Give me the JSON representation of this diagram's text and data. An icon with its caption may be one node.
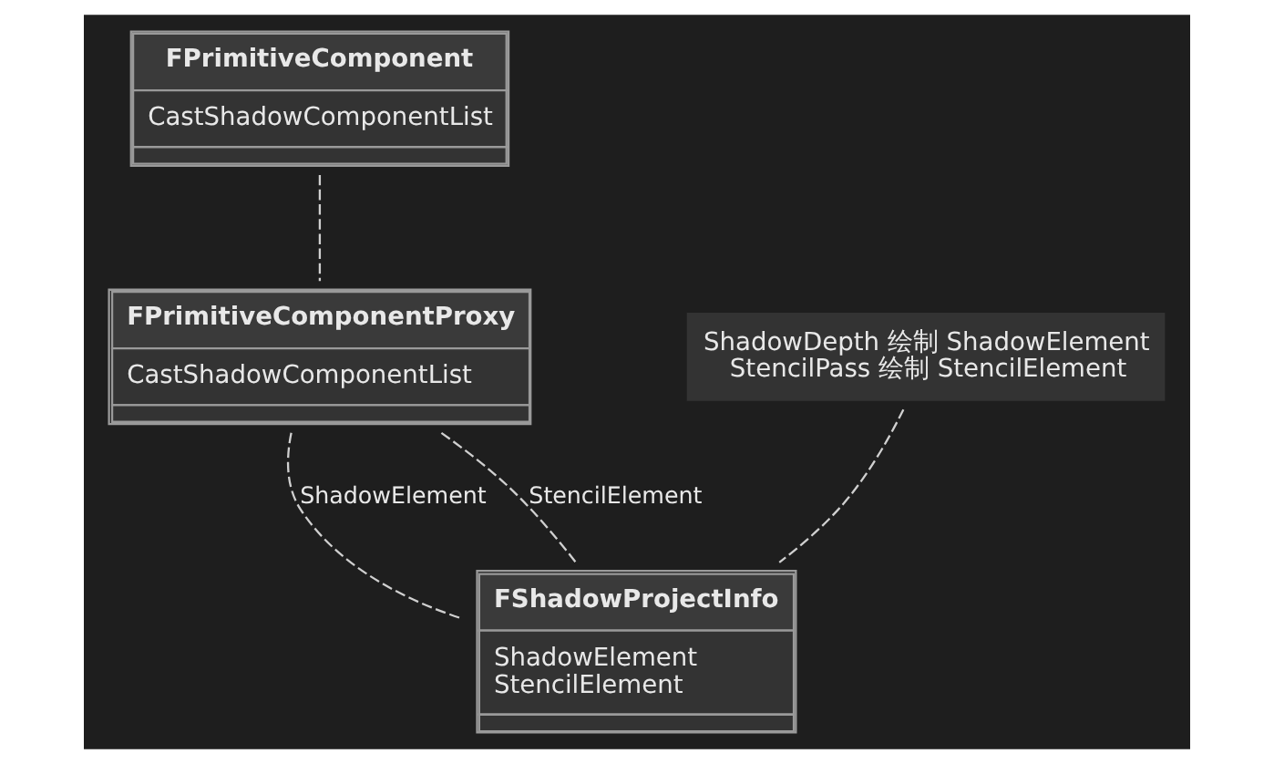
{
  "diagram": {
    "nodes": [
      {
        "text": [
          "FPrimitiveComponent",
          "CastShadowComponentList"
        ]
      },
      {
        "text": [
          "FPrimitiveComponentProxy",
          "CastShadowComponentList"
        ]
      },
      {
        "text": [
          "ShadowDepth 绘制 ShadowElement",
          "StencilPass 绘制 StencilElement"
        ]
      },
      {
        "text": [
          "FShadowProjectInfo",
          "ShadowElement",
          "StencilElement"
        ]
      }
    ],
    "edges": [
      {
        "from": 0,
        "to": 1,
        "arrow": "none",
        "style": "dashed"
      },
      {
        "from": 1,
        "to": 3,
        "arrow": "none",
        "style": "dashed",
        "label": "ShadowElement"
      },
      {
        "from": 1,
        "to": 3,
        "arrow": "none",
        "style": "dashed",
        "label": "StencilElement"
      },
      {
        "from": 2,
        "to": 3,
        "arrow": "none",
        "style": "dashed"
      }
    ]
  }
}
